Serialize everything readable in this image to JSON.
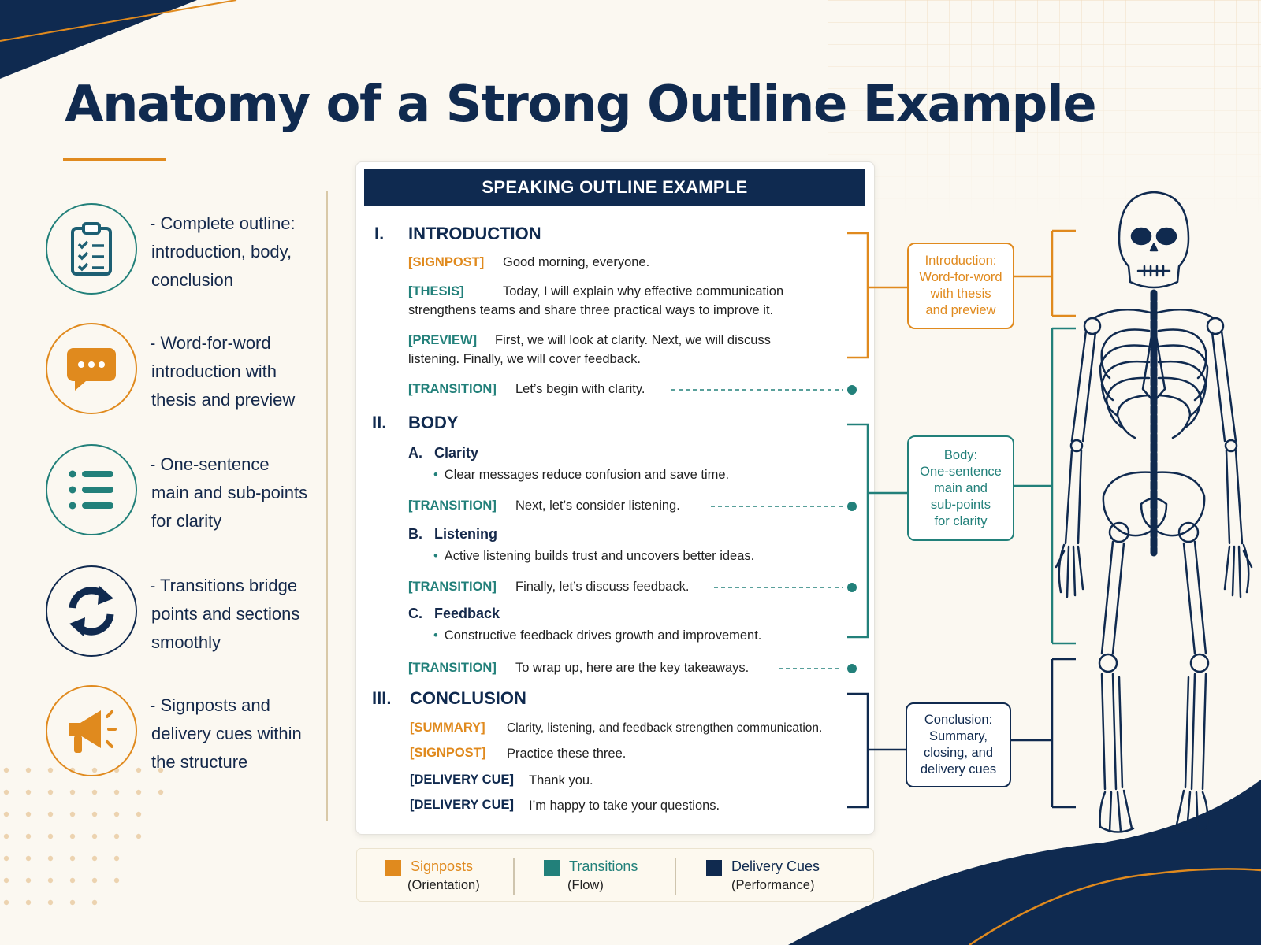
{
  "title": "Anatomy of a Strong Outline Example",
  "colors": {
    "navy": "#102a4f",
    "orange": "#e08a1e",
    "teal": "#22807a",
    "background": "#fbf8f1"
  },
  "features": [
    {
      "icon": "clipboard-checklist-icon",
      "color": "#22807a",
      "lines": [
        "- Complete outline:",
        "introduction, body,",
        "conclusion"
      ]
    },
    {
      "icon": "speech-bubble-icon",
      "color": "#e08a1e",
      "lines": [
        "- Word-for-word",
        "introduction with",
        "thesis and preview"
      ]
    },
    {
      "icon": "list-icon",
      "color": "#22807a",
      "lines": [
        "- One-sentence",
        "main and sub-points",
        "for clarity"
      ]
    },
    {
      "icon": "transition-arrows-icon",
      "color": "#102a4f",
      "lines": [
        "- Transitions bridge",
        "points and sections",
        "smoothly"
      ]
    },
    {
      "icon": "megaphone-icon",
      "color": "#e08a1e",
      "lines": [
        "- Signposts and",
        "delivery cues within",
        "the structure"
      ]
    }
  ],
  "outline": {
    "header": "SPEAKING OUTLINE EXAMPLE",
    "intro": {
      "num": "I.",
      "title": "INTRODUCTION",
      "signpost_tag": "[SIGNPOST]",
      "signpost_text": "Good morning, everyone.",
      "thesis_tag": "[THESIS]",
      "thesis_text": "Today, I will explain why effective communication strengthens teams and share three practical ways to improve it.",
      "preview_tag": "[PREVIEW]",
      "preview_text": "First, we will look at clarity. Next, we will discuss listening. Finally, we will cover feedback.",
      "transition_tag": "[TRANSITION]",
      "transition_text": "Let’s begin with clarity."
    },
    "body": {
      "num": "II.",
      "title": "BODY",
      "points": [
        {
          "letter": "A.",
          "title": "Clarity",
          "bullet": "Clear messages reduce confusion and save time.",
          "transition_tag": "[TRANSITION]",
          "transition_text": "Next, let’s consider listening."
        },
        {
          "letter": "B.",
          "title": "Listening",
          "bullet": "Active listening builds trust and uncovers better ideas.",
          "transition_tag": "[TRANSITION]",
          "transition_text": "Finally, let’s discuss feedback."
        },
        {
          "letter": "C.",
          "title": "Feedback",
          "bullet": "Constructive feedback drives growth and improvement.",
          "transition_tag": "[TRANSITION]",
          "transition_text": "To wrap up, here are the key takeaways."
        }
      ]
    },
    "conclusion": {
      "num": "III.",
      "title": "CONCLUSION",
      "summary_tag": "[SUMMARY]",
      "summary_text": "Clarity, listening, and feedback strengthen communication.",
      "signpost_tag": "[SIGNPOST]",
      "signpost_text": "Practice these three.",
      "cue1_tag": "[DELIVERY CUE]",
      "cue1_text": "Thank you.",
      "cue2_tag": "[DELIVERY CUE]",
      "cue2_text": "I’m happy to take your questions."
    }
  },
  "callouts": {
    "intro": [
      "Introduction:",
      "Word-for-word",
      "with thesis",
      "and preview"
    ],
    "body": [
      "Body:",
      "One-sentence",
      "main and",
      "sub-points",
      "for clarity"
    ],
    "conclusion": [
      "Conclusion:",
      "Summary,",
      "closing, and",
      "delivery cues"
    ]
  },
  "legend": [
    {
      "label": "Signposts",
      "sub": "(Orientation)",
      "color": "#e08a1e"
    },
    {
      "label": "Transitions",
      "sub": "(Flow)",
      "color": "#22807a"
    },
    {
      "label": "Delivery Cues",
      "sub": "(Performance)",
      "color": "#102a4f"
    }
  ],
  "illustration": "skeleton-icon"
}
